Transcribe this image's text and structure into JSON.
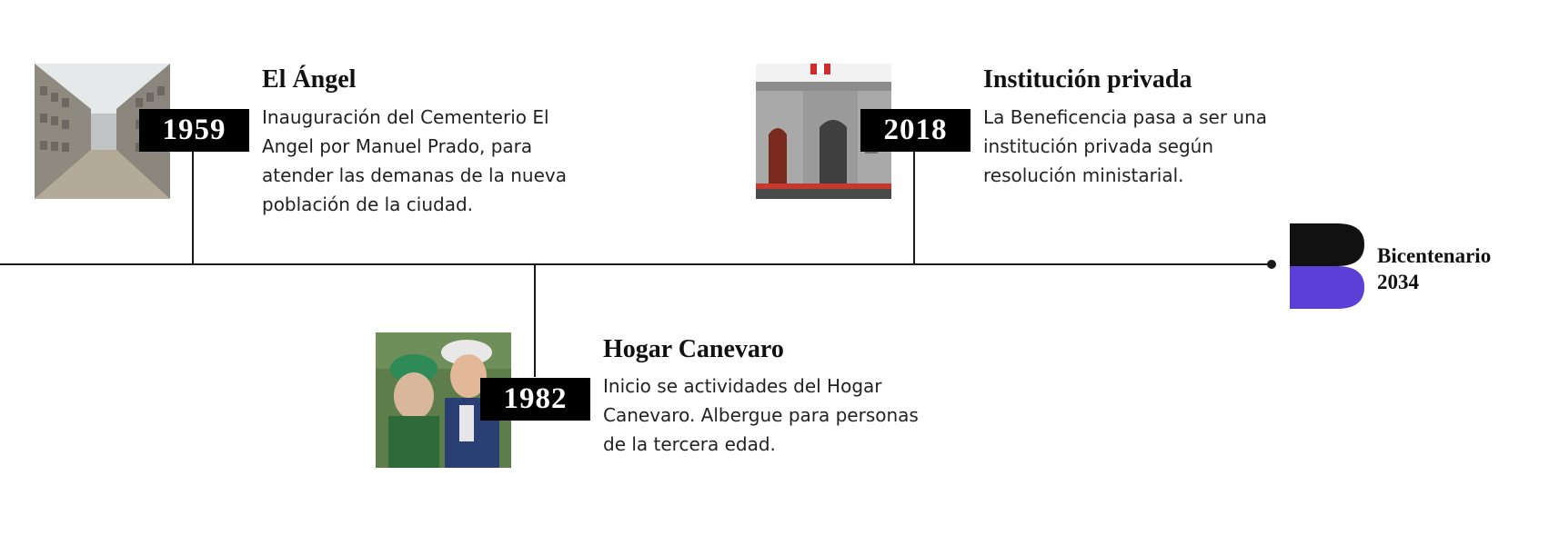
{
  "timeline": {
    "events": [
      {
        "year": "1959",
        "title": "El Ángel",
        "description": "Inauguración del Cementerio El Angel por Manuel Prado, para atender las demanas de la nueva población de la ciudad."
      },
      {
        "year": "1982",
        "title": "Hogar Canevaro",
        "description": "Inicio se actividades del Hogar Canevaro. Albergue para personas de la tercera edad."
      },
      {
        "year": "2018",
        "title": "Institución privada",
        "description": "La Beneficencia pasa a ser una institución privada según resolución ministarial."
      }
    ]
  },
  "brand": {
    "line1": "Bicentenario",
    "line2": "2034",
    "colors": {
      "top": "#111111",
      "bottom": "#5b3fd6"
    }
  }
}
